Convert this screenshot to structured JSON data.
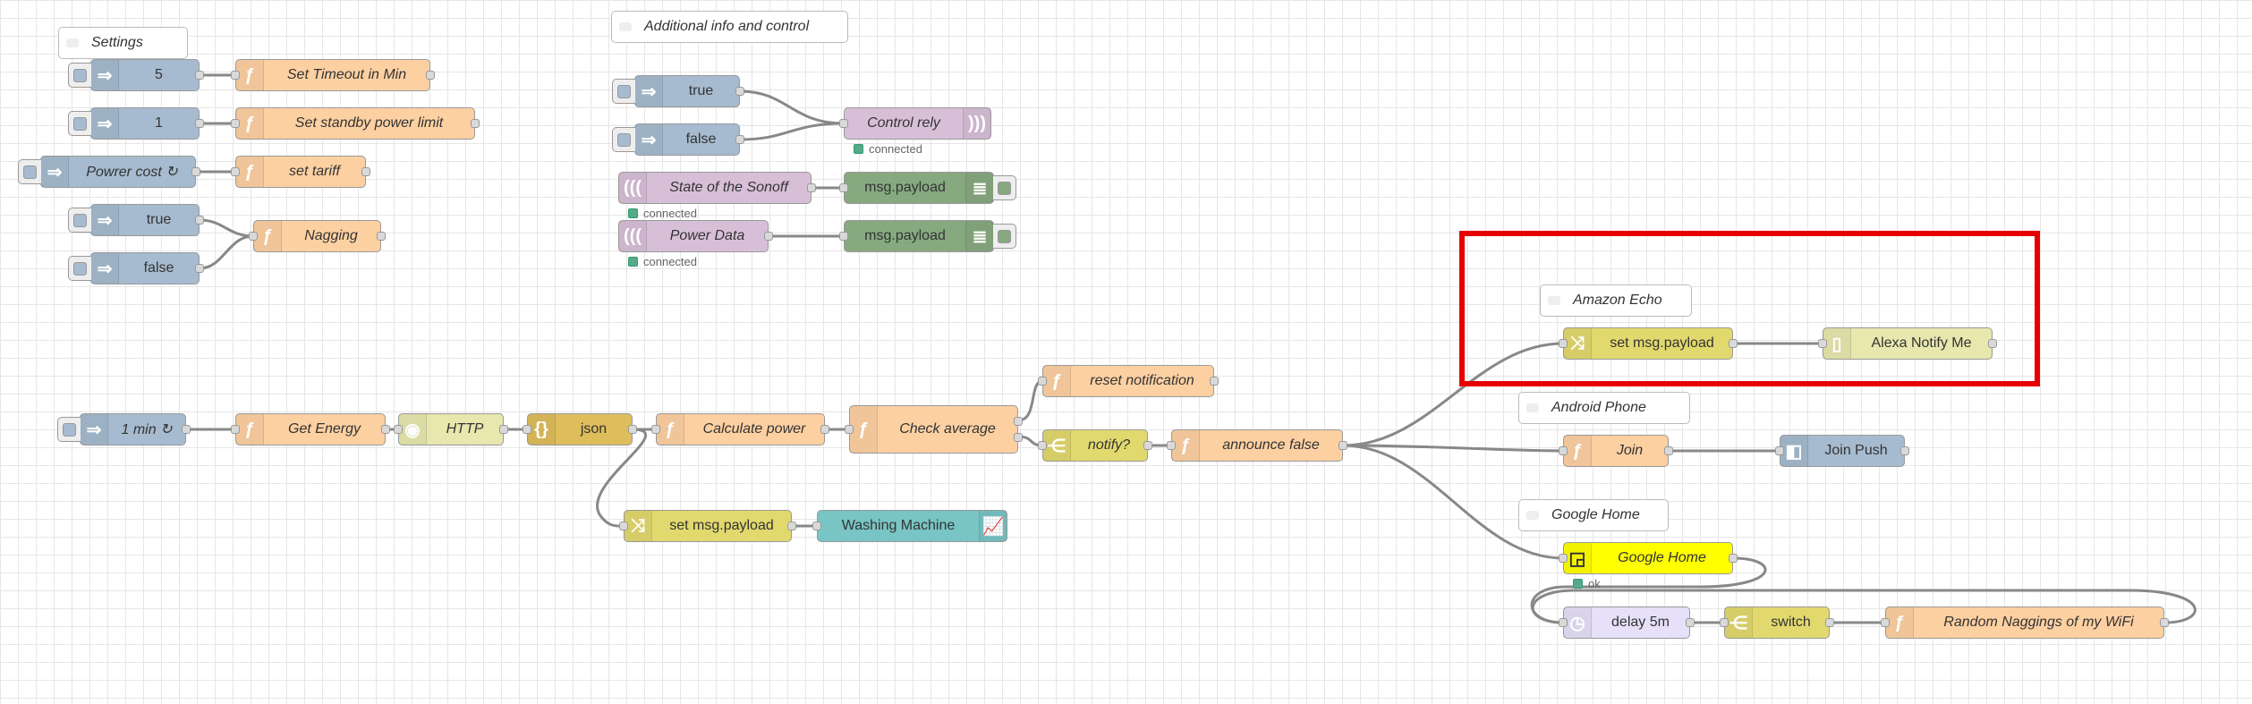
{
  "canvas": {
    "title": "Node-RED flow editor"
  },
  "colors": {
    "highlight": "#e60000",
    "wire": "#888888",
    "status_connected": "#55aa88"
  },
  "comments": {
    "settings": "Settings",
    "additional": "Additional info and control",
    "amazon_echo": "Amazon Echo",
    "android_phone": "Android Phone",
    "google_home": "Google Home"
  },
  "nodes": {
    "inject_5": "5",
    "set_timeout": "Set Timeout in Min",
    "inject_1": "1",
    "set_standby": "Set standby power limit",
    "inject_cost": "Powrer cost ↻",
    "set_tariff": "set tariff",
    "inject_true_a": "true",
    "inject_false_a": "false",
    "nagging": "Nagging",
    "inject_true_b": "true",
    "inject_false_b": "false",
    "control_rely": "Control rely",
    "state_sonoff": "State of the Sonoff",
    "debug_1": "msg.payload",
    "power_data": "Power Data",
    "debug_2": "msg.payload",
    "inject_1min": "1 min ↻",
    "get_energy": "Get Energy",
    "http": "HTTP",
    "json": "json",
    "calc_power": "Calculate power",
    "check_avg": "Check average",
    "reset_notif": "reset notification",
    "notify": "notify?",
    "announce_false": "announce false",
    "set_payload_1": "set msg.payload",
    "washing_machine": "Washing Machine",
    "set_payload_2": "set msg.payload",
    "alexa_notify": "Alexa Notify Me",
    "join": "Join",
    "join_push": "Join Push",
    "google_home_node": "Google Home",
    "delay": "delay 5m",
    "switch": "switch",
    "random_nag": "Random Naggings of my WiFi"
  },
  "status": {
    "control_rely": "connected",
    "state_sonoff": "connected",
    "power_data": "connected",
    "google_home": "ok"
  },
  "icons": {
    "inject": "arrow-right-icon",
    "function": "function-icon",
    "mqtt": "radio-waves-icon",
    "debug": "debug-list-icon",
    "http": "globe-icon",
    "json": "braces-icon",
    "change": "shuffle-icon",
    "switch": "split-icon",
    "chart": "chart-icon",
    "alexa": "alexa-device-icon",
    "join": "join-icon",
    "cast": "cast-icon",
    "delay": "timer-icon"
  }
}
